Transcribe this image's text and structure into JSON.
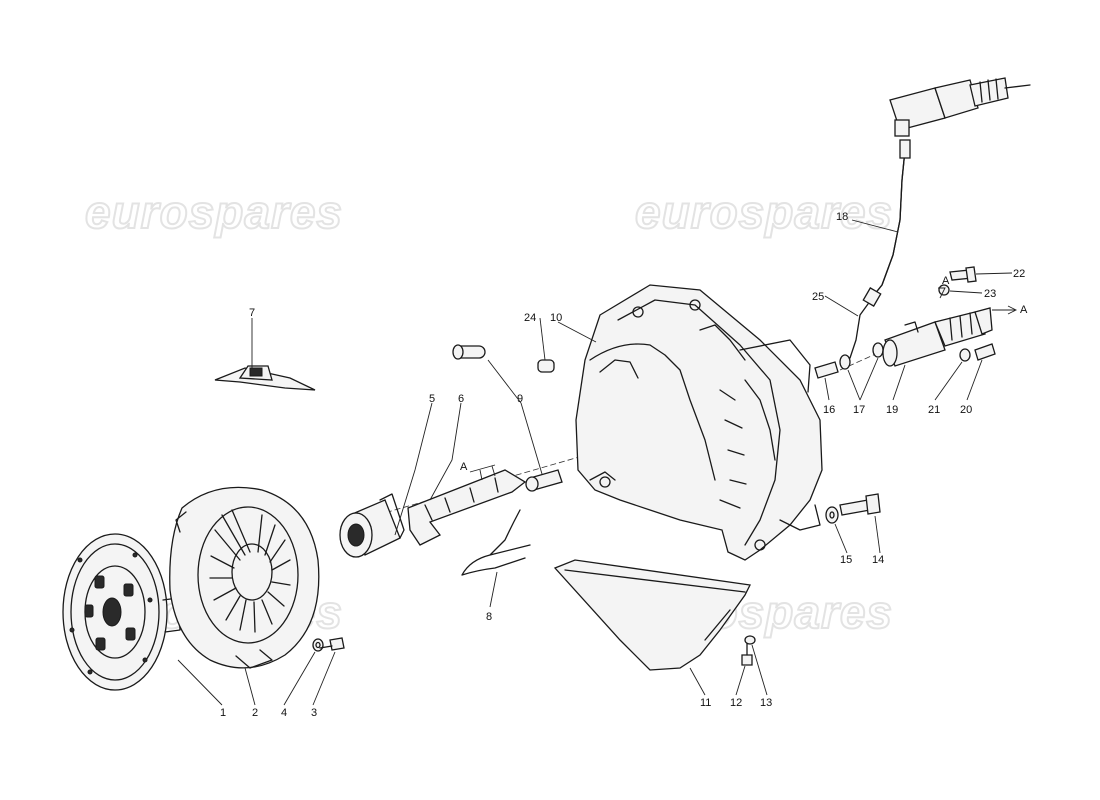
{
  "watermark": {
    "text": "eurospares",
    "color": "#e3e3e3"
  },
  "callouts": [
    {
      "id": "c1",
      "label": "1"
    },
    {
      "id": "c2",
      "label": "2"
    },
    {
      "id": "c3",
      "label": "3"
    },
    {
      "id": "c4",
      "label": "4"
    },
    {
      "id": "c5",
      "label": "5"
    },
    {
      "id": "c6",
      "label": "6"
    },
    {
      "id": "c7",
      "label": "7"
    },
    {
      "id": "c8",
      "label": "8"
    },
    {
      "id": "c9",
      "label": "9"
    },
    {
      "id": "c10",
      "label": "10"
    },
    {
      "id": "c11",
      "label": "11"
    },
    {
      "id": "c12",
      "label": "12"
    },
    {
      "id": "c13",
      "label": "13"
    },
    {
      "id": "c14",
      "label": "14"
    },
    {
      "id": "c15",
      "label": "15"
    },
    {
      "id": "c16",
      "label": "16"
    },
    {
      "id": "c17",
      "label": "17"
    },
    {
      "id": "c18",
      "label": "18"
    },
    {
      "id": "c19",
      "label": "19"
    },
    {
      "id": "c20",
      "label": "20"
    },
    {
      "id": "c21",
      "label": "21"
    },
    {
      "id": "c22",
      "label": "22"
    },
    {
      "id": "c23",
      "label": "23"
    },
    {
      "id": "c24",
      "label": "24"
    },
    {
      "id": "c25",
      "label": "25"
    }
  ],
  "markers": {
    "ref_a": "A"
  }
}
